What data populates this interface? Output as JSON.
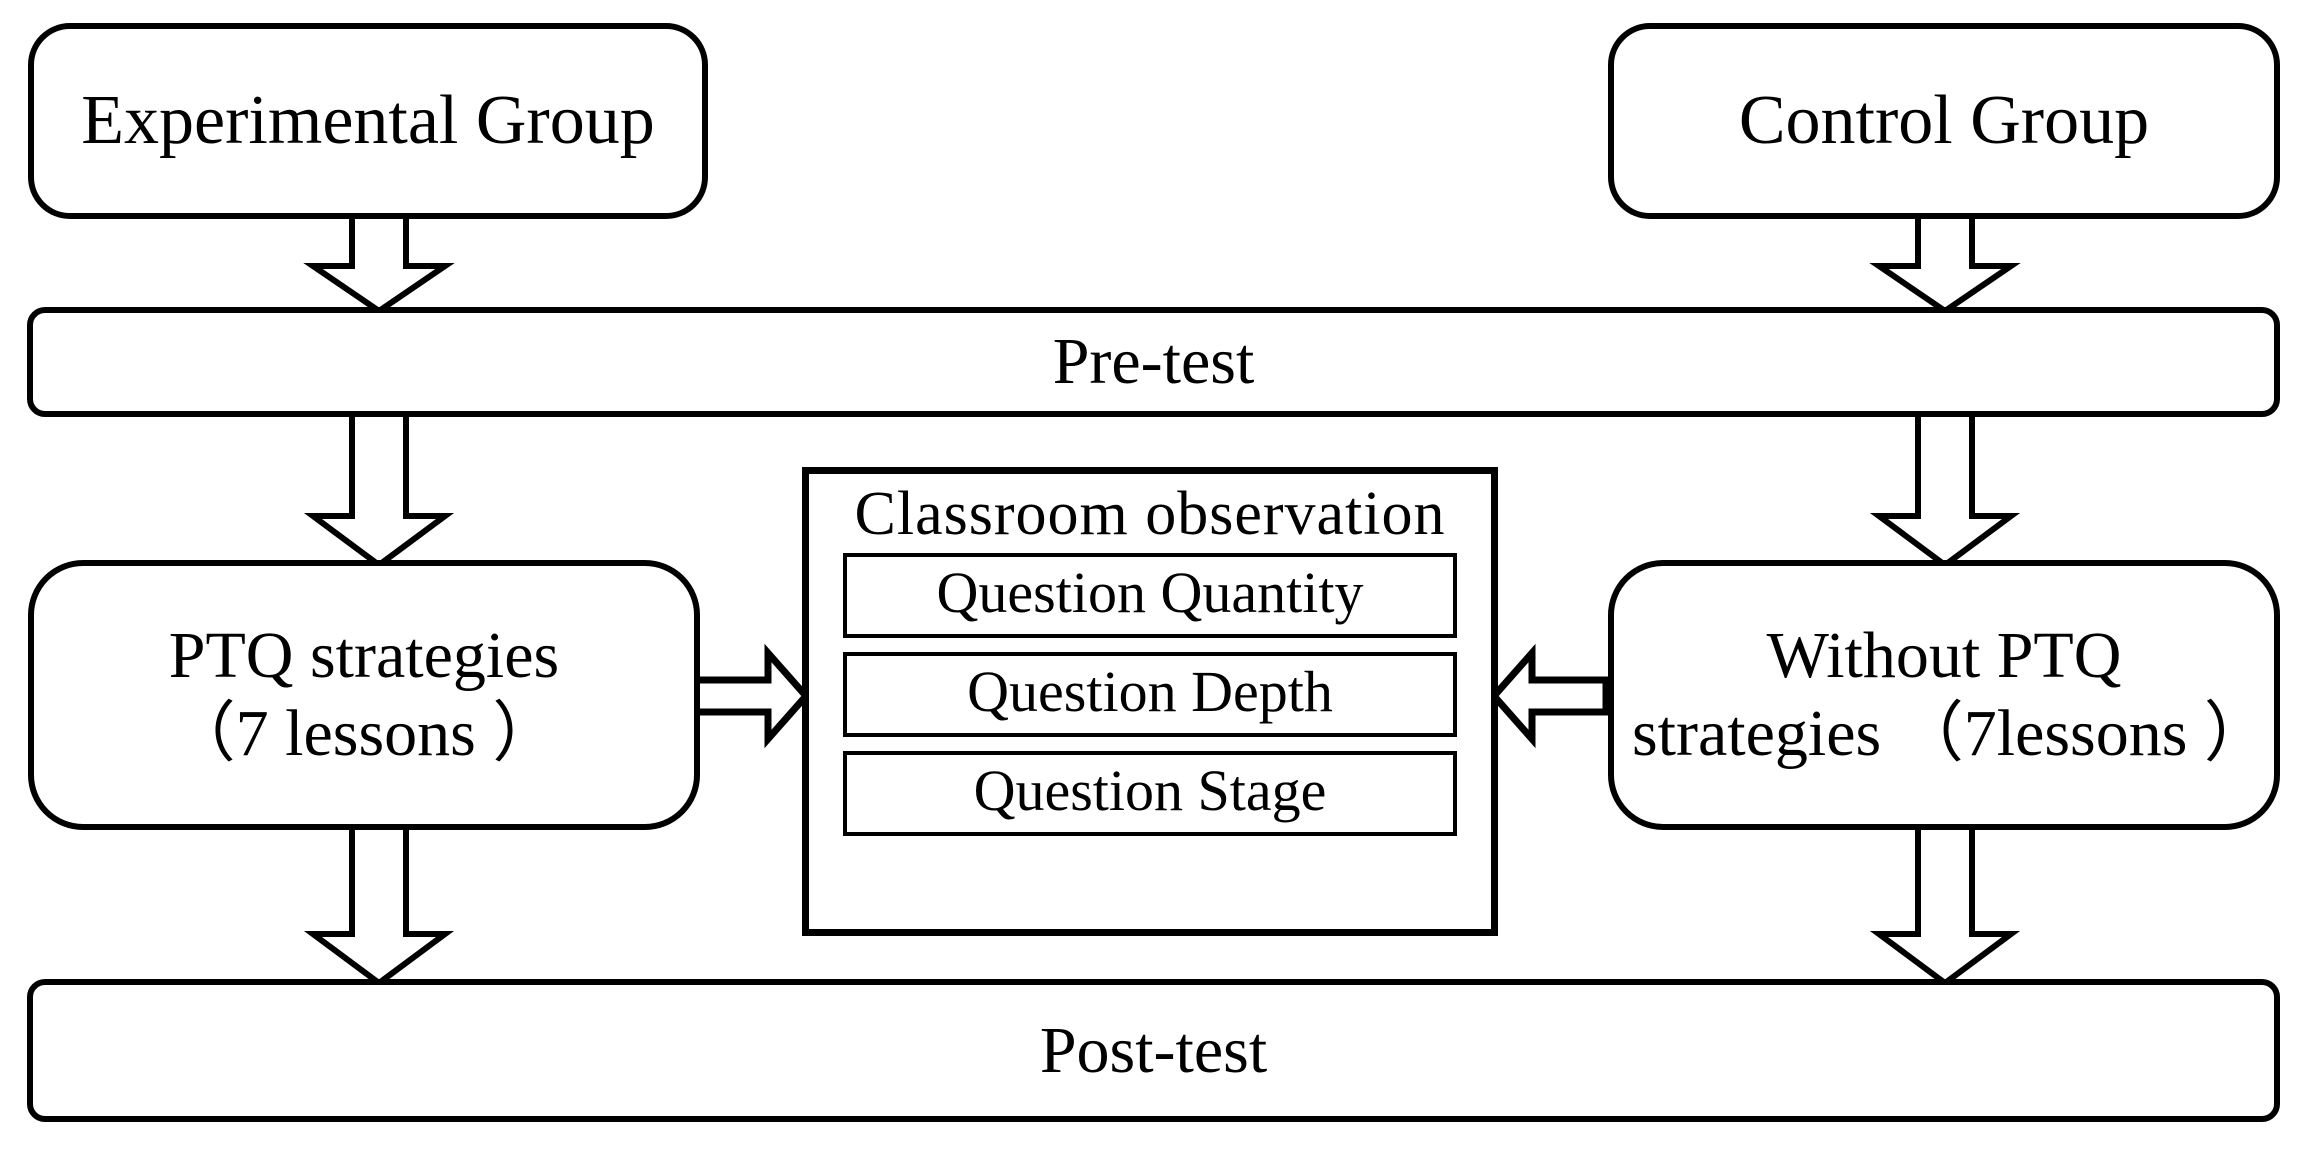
{
  "diagram": {
    "title": "Quasi-experimental research design flowchart",
    "colors": {
      "stroke": "#000000",
      "fill": "#ffffff"
    },
    "nodes": {
      "experimental_group": "Experimental Group",
      "control_group": "Control Group",
      "pre_test": "Pre-test",
      "ptq_strategies": "PTQ strategies\n（7 lessons ）",
      "without_ptq_strategies": "Without PTQ\nstrategies （7lessons ）",
      "post_test": "Post-test"
    },
    "observation": {
      "title": "Classroom  observation",
      "items": [
        {
          "label": "Question Quantity"
        },
        {
          "label": "Question Depth"
        },
        {
          "label": "Question Stage"
        }
      ]
    },
    "arrows": [
      {
        "name": "experimental-group-to-pre-test",
        "direction": "down"
      },
      {
        "name": "control-group-to-pre-test",
        "direction": "down"
      },
      {
        "name": "pre-test-to-ptq-strategies",
        "direction": "down"
      },
      {
        "name": "pre-test-to-without-ptq-strategies",
        "direction": "down"
      },
      {
        "name": "ptq-strategies-to-classroom-observation",
        "direction": "right"
      },
      {
        "name": "without-ptq-strategies-to-classroom-observation",
        "direction": "left"
      },
      {
        "name": "ptq-strategies-to-post-test",
        "direction": "down"
      },
      {
        "name": "without-ptq-strategies-to-post-test",
        "direction": "down"
      }
    ]
  }
}
